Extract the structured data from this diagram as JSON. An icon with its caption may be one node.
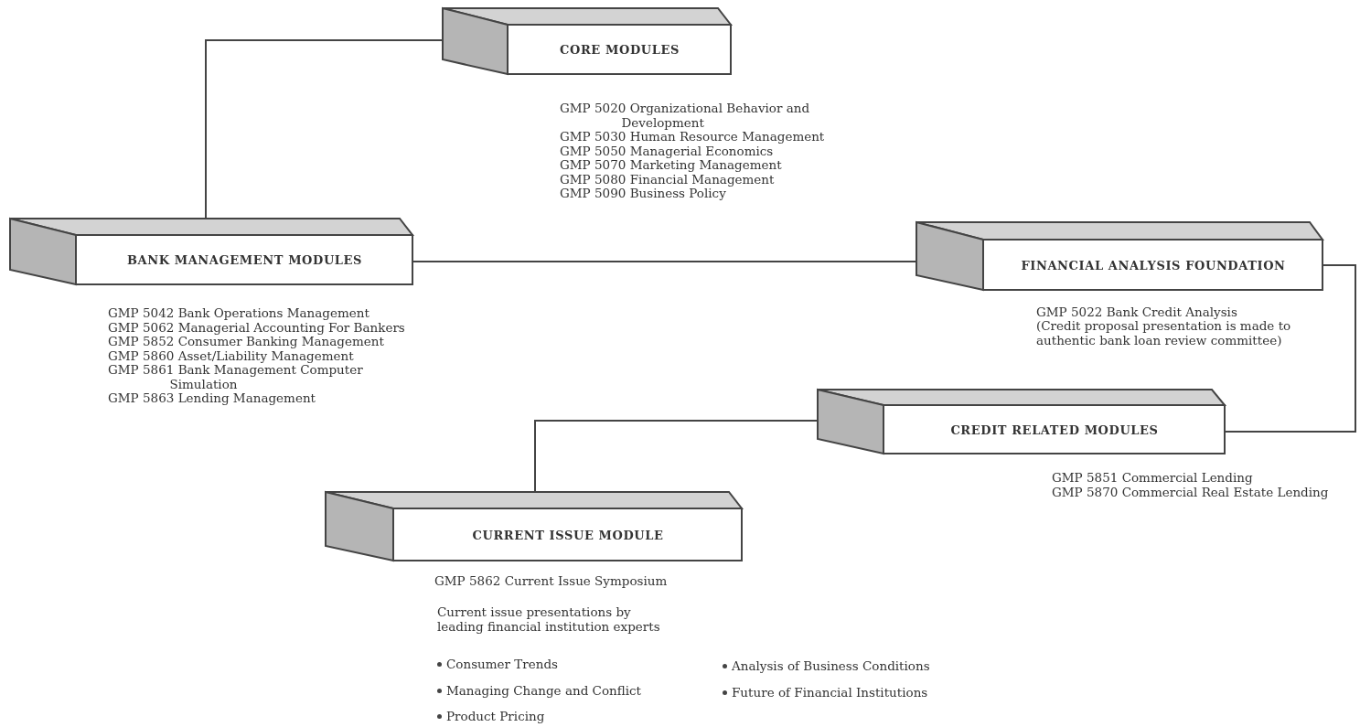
{
  "diagram": {
    "nodes": [
      {
        "text": [
          "CORE MODULES"
        ],
        "beside": [
          "GMP 5020 Organizational Behavior and Development",
          "GMP 5030 Human Resource Management",
          "GMP 5050 Managerial Economics",
          "GMP 5070 Marketing Management",
          "GMP 5080 Financial Management",
          "GMP 5090 Business Policy"
        ]
      },
      {
        "text": [
          "BANK MANAGEMENT MODULES"
        ],
        "beside": [
          "GMP 5042 Bank Operations Management",
          "GMP 5062 Managerial Accounting For Bankers",
          "GMP 5852 Consumer Banking Management",
          "GMP 5860 Asset/Liability Management",
          "GMP 5861 Bank Management Computer Simulation",
          "GMP 5863 Lending Management"
        ]
      },
      {
        "text": [
          "FINANCIAL ANALYSIS FOUNDATION"
        ],
        "beside": [
          "GMP 5022 Bank Credit Analysis",
          "(Credit proposal presentation is made to authentic bank loan review committee)"
        ]
      },
      {
        "text": [
          "CREDIT RELATED MODULES"
        ],
        "beside": [
          "GMP 5851 Commercial Lending",
          "GMP 5870 Commercial Real Estate Lending"
        ]
      },
      {
        "text": [
          "CURRENT ISSUE MODULE"
        ],
        "beside": [
          "GMP 5862 Current Issue Symposium",
          "Current issue presentations by leading financial institution experts",
          "Consumer Trends",
          "Analysis of Business Conditions",
          "Managing Change and Conflict",
          "Future of Financial Institutions",
          "Product Pricing"
        ]
      }
    ],
    "edges": [
      {
        "from": 1,
        "to": 0,
        "arrow": "none"
      },
      {
        "from": 1,
        "to": 2,
        "arrow": "none"
      },
      {
        "from": 2,
        "to": 3,
        "arrow": "none"
      },
      {
        "from": 3,
        "to": 4,
        "arrow": "none"
      }
    ]
  }
}
